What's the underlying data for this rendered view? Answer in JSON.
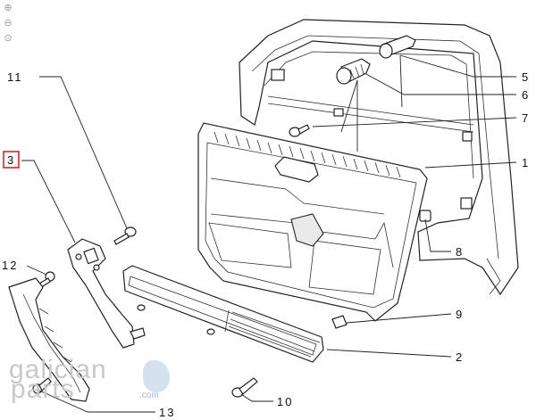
{
  "toolbar": {
    "zoom_in_icon": "zoom-in-icon",
    "zoom_out_icon": "zoom-out-icon",
    "zoom_fit_icon": "zoom-fit-icon"
  },
  "callouts": {
    "c1": "1",
    "c2": "2",
    "c3": "3",
    "c5": "5",
    "c6": "6",
    "c7": "7",
    "c8": "8",
    "c9": "9",
    "c10": "10",
    "c11": "11",
    "c12": "12",
    "c13": "13"
  },
  "highlight_color": "#d9232d",
  "watermark": {
    "line1": "galician",
    "line2": "parts",
    "suffix": ".com"
  }
}
